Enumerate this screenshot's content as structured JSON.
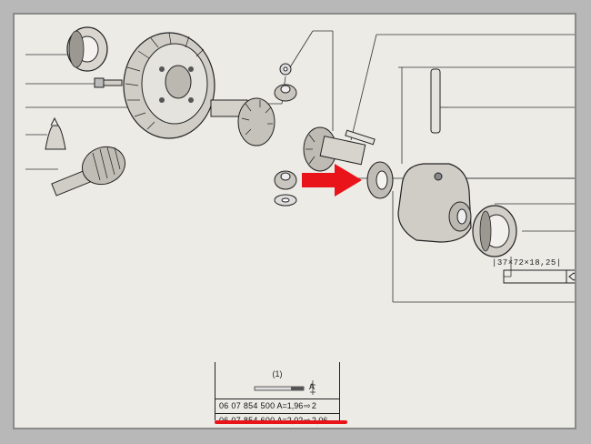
{
  "reference_box": {
    "text": "37×72×18,25"
  },
  "table": {
    "note": "(1)",
    "dimension_label": "A",
    "rows": [
      {
        "code": "06 07 854 500",
        "a_label": "A=1,96",
        "arrow": "⇨",
        "result": "2"
      },
      {
        "code": "06 07 854 600",
        "a_label": "A=2,02",
        "arrow": "⇨",
        "result": "2,06"
      }
    ]
  },
  "highlight": {
    "arrow_color": "#e8141a",
    "underline_color": "#e8141a"
  }
}
